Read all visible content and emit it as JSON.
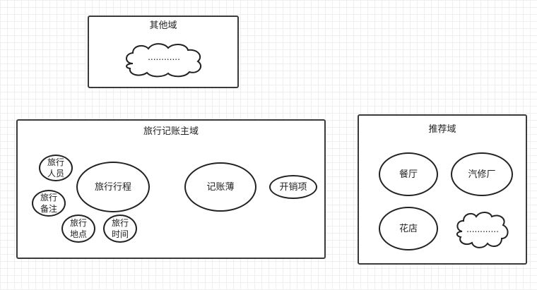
{
  "other_domain": {
    "title": "其他域",
    "cloud_label": "............"
  },
  "travel_domain": {
    "title": "旅行记账主域",
    "nodes": {
      "people": "旅行\n人员",
      "notes": "旅行\n备注",
      "location": "旅行\n地点",
      "time": "旅行\n时间",
      "itinerary": "旅行行程",
      "ledger": "记账薄",
      "expense": "开销项"
    }
  },
  "recommend_domain": {
    "title": "推荐域",
    "nodes": {
      "restaurant": "餐厅",
      "auto_repair": "汽修厂",
      "flower_shop": "花店"
    },
    "cloud_label": "............"
  }
}
